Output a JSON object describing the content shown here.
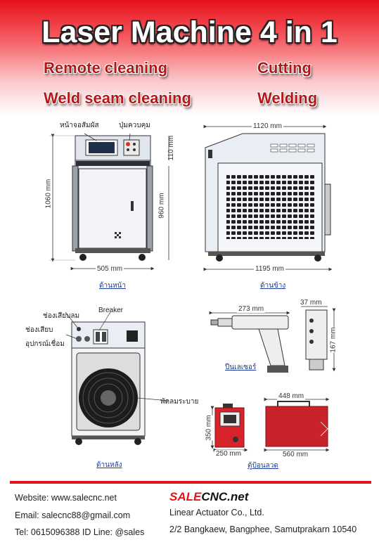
{
  "header": {
    "title": "Laser Machine 4 in 1",
    "features": [
      "Remote cleaning",
      "Cutting",
      "Weld seam cleaning",
      "Welding"
    ]
  },
  "front_view": {
    "label_screen": "หน้าจอสัมผัส",
    "label_buttons": "ปุ่มควบคุม",
    "dim_height_total": "1060 mm",
    "dim_top": "110 mm",
    "dim_lower": "960 mm",
    "dim_width": "505 mm",
    "caption": "ด้านหน้า"
  },
  "side_view": {
    "dim_top": "1120 mm",
    "dim_bottom": "1195 mm",
    "caption": "ด้านข้าง"
  },
  "back_view": {
    "label_air": "ช่องเสียบลม",
    "label_breaker": "Breaker",
    "label_socket_1": "ช่องเสียบ",
    "label_socket_2": "อุปกรณ์เชื่อม",
    "label_fan": "พัดลมระบาย",
    "caption": "ด้านหลัง"
  },
  "gun": {
    "dim_length": "273 mm",
    "dim_width": "37 mm",
    "dim_height": "167 mm",
    "caption": "ปืนเลเซอร์"
  },
  "wire_feeder": {
    "dim_height": "350 mm",
    "dim_width": "250 mm",
    "dim_top": "448 mm",
    "dim_bottom": "560 mm",
    "caption": "ตู้ป้อนลวด"
  },
  "footer": {
    "website": "Website: www.salecnc.net",
    "email": "Email: salecnc88@gmail.com",
    "tel": "Tel: 0615096388  ID Line: @sales",
    "logo_red": "SALE",
    "logo_black": "CNC.net",
    "company": "Linear Actuator Co., Ltd.",
    "address": "2/2 Bangkaew, Bangphee, Samutprakarn 10540"
  }
}
